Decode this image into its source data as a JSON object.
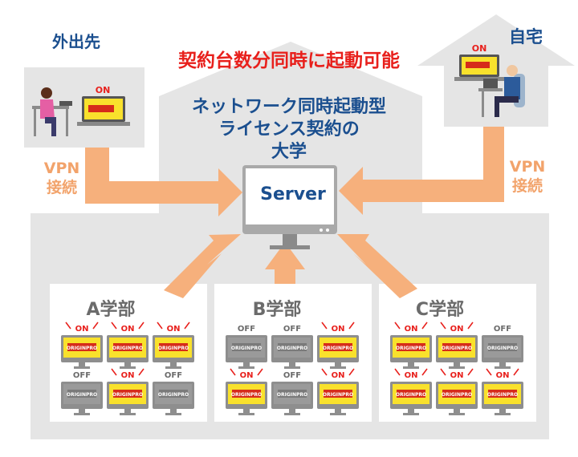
{
  "title": "契約台数分同時に起動可能",
  "center": {
    "line1": "ネットワーク同時起動型",
    "line2": "ライセンス契約の",
    "line3": "大学"
  },
  "outside": {
    "label": "外出先"
  },
  "home": {
    "label": "自宅"
  },
  "vpn": {
    "line1": "VPN",
    "line2": "接続"
  },
  "server": {
    "label": "Server"
  },
  "logo_text": "ORIGINPRO",
  "status_on": "ON",
  "status_off": "OFF",
  "departments": [
    {
      "name": "A学部",
      "pcs": [
        "ON",
        "ON",
        "ON",
        "OFF",
        "ON",
        "OFF"
      ]
    },
    {
      "name": "B学部",
      "pcs": [
        "OFF",
        "OFF",
        "ON",
        "ON",
        "OFF",
        "ON"
      ]
    },
    {
      "name": "C学部",
      "pcs": [
        "ON",
        "ON",
        "OFF",
        "ON",
        "ON",
        "ON"
      ]
    }
  ],
  "colors": {
    "title_red": "#e8201c",
    "label_blue": "#1b4f8f",
    "arrow_orange": "#f6b07c",
    "house_gray": "#e5e5e5",
    "dept_gray": "#6b6b6b",
    "screen_on": "#f9e12c",
    "screen_off": "#9a9a9a"
  }
}
